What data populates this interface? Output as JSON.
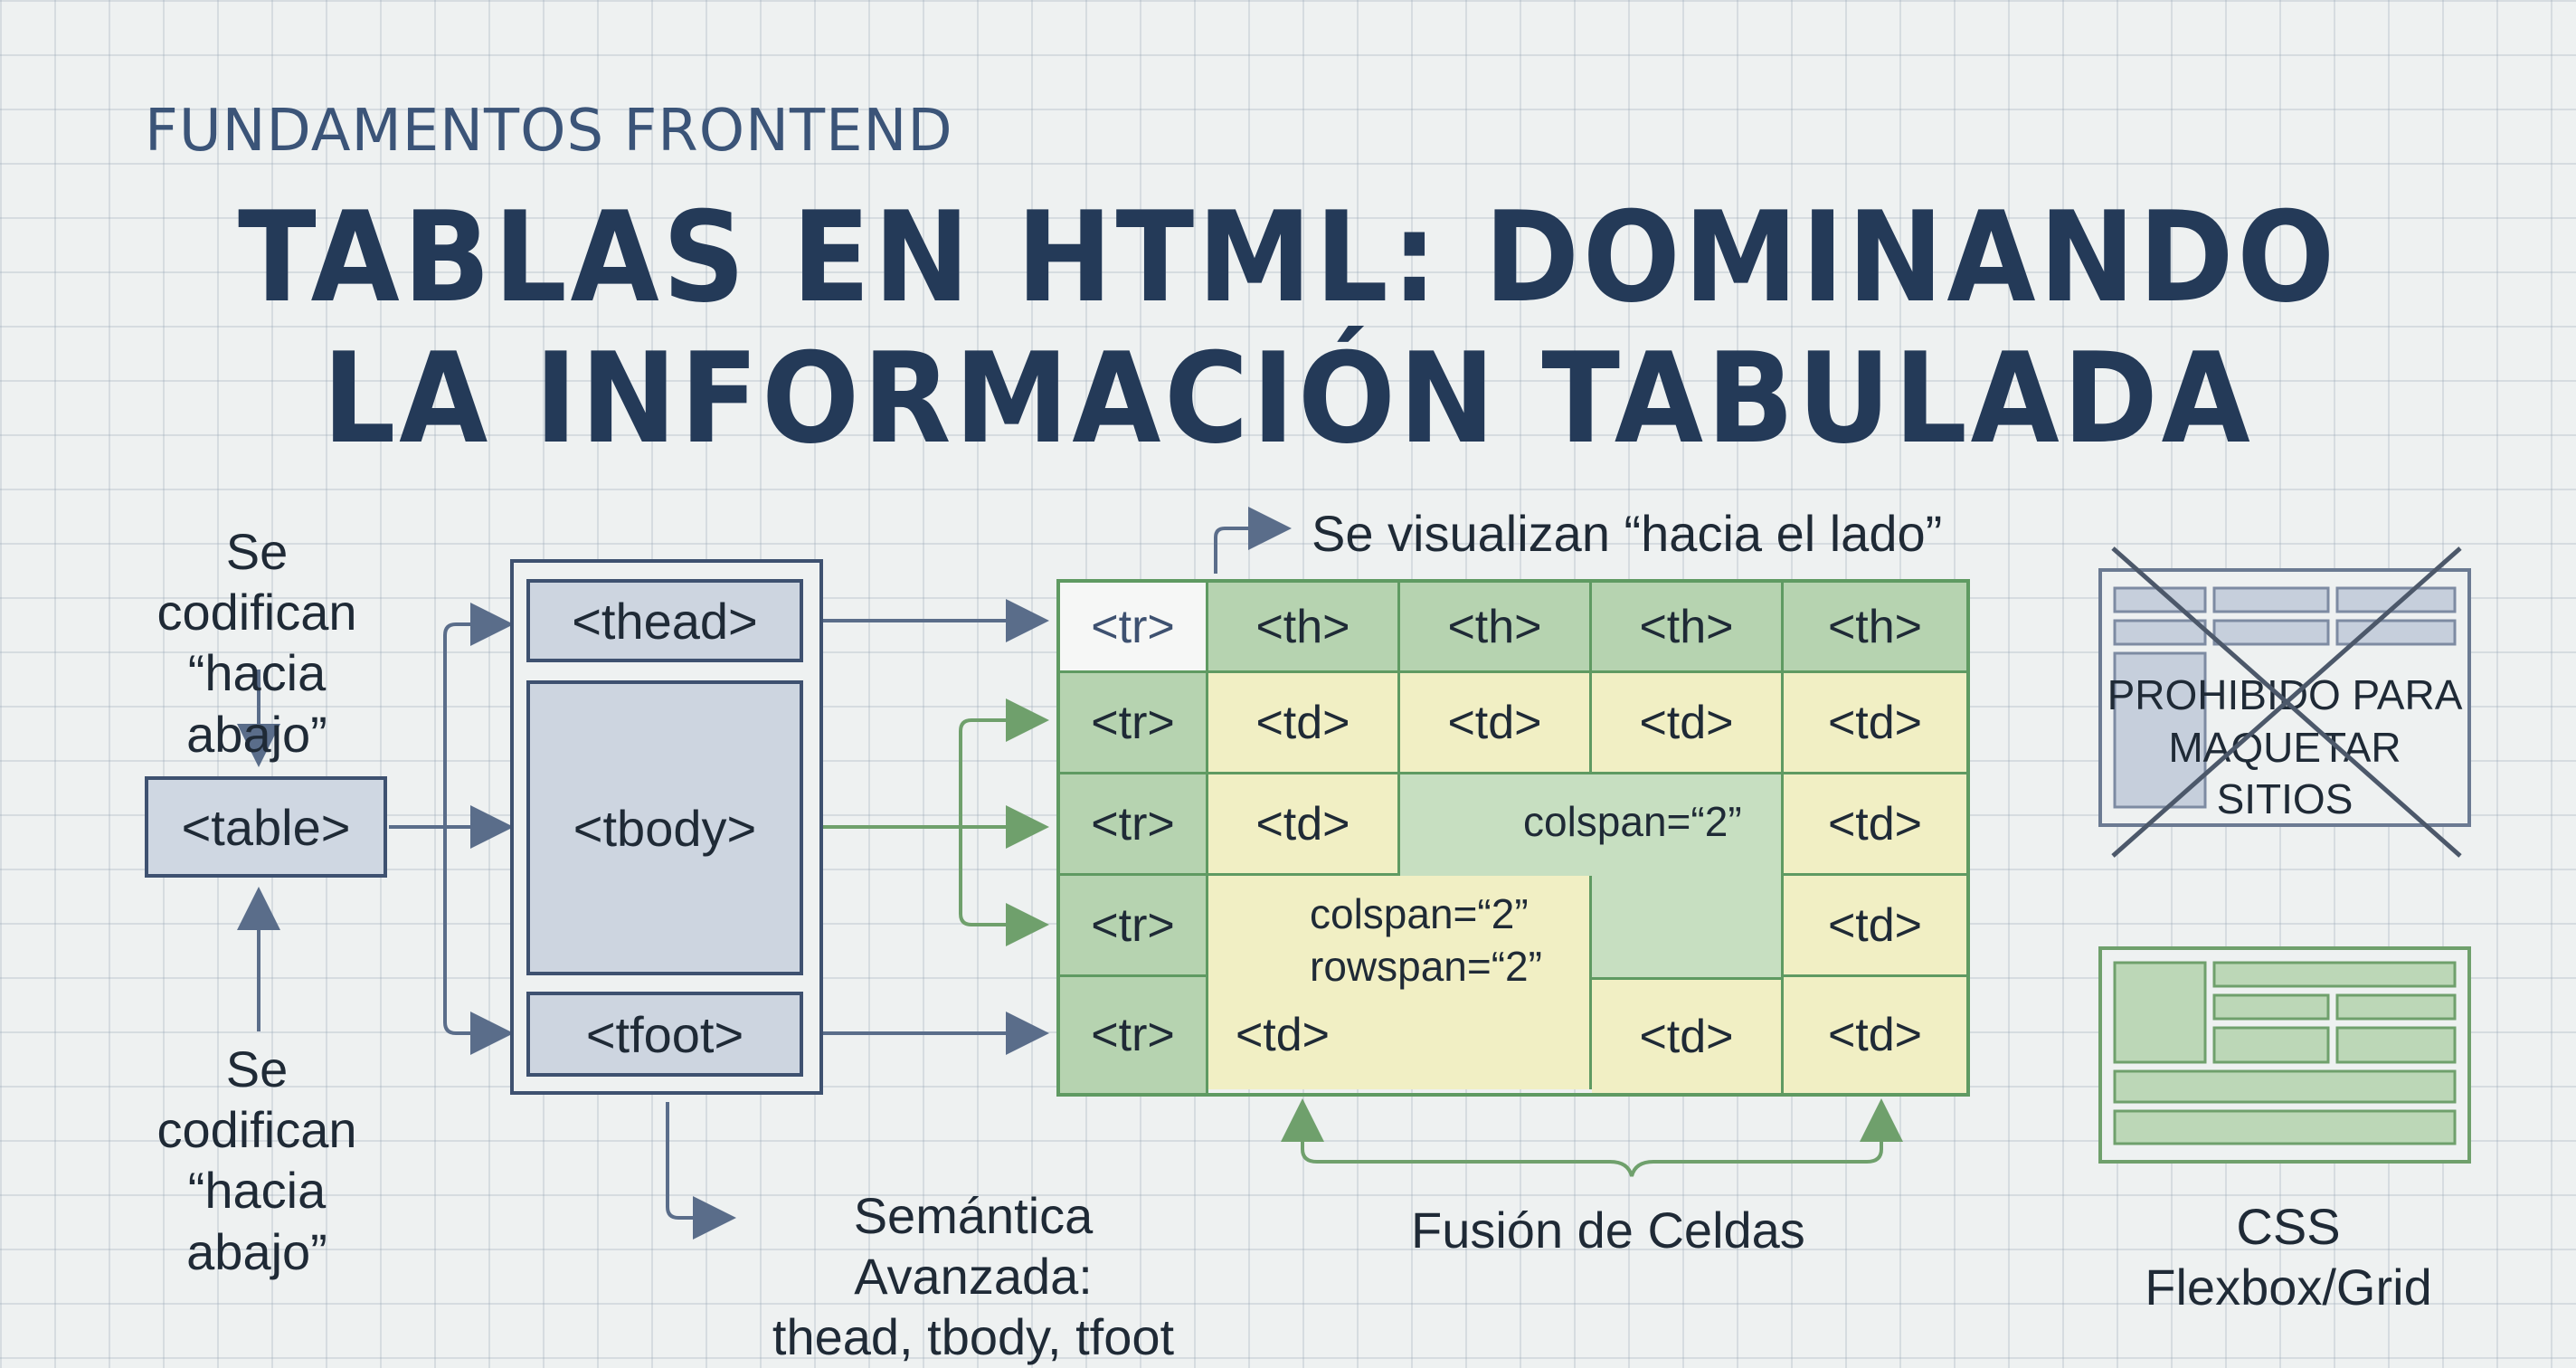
{
  "header": {
    "kicker": "FUNDAMENTOS FRONTEND",
    "title_line1": "TABLAS EN HTML: DOMINANDO",
    "title_line2": "LA INFORMACIÓN TABULADA"
  },
  "structure": {
    "note_top_line1": "Se codifican",
    "note_top_line2": "“hacia abajo”",
    "note_bottom_line1": "Se codifican",
    "note_bottom_line2": "“hacia abajo”",
    "table_label": "<table>",
    "thead_label": "<thead>",
    "tbody_label": "<tbody>",
    "tfoot_label": "<tfoot>",
    "semantic_line1": "Semántica Avanzada:",
    "semantic_line2": "thead, tbody, tfoot"
  },
  "grid": {
    "side_note": "Se visualizan “hacia el lado”",
    "tr": "<tr>",
    "th": "<th>",
    "td": "<td>",
    "colspan_note": "colspan=“2”",
    "merge_line1": "colspan=“2”",
    "merge_line2": "rowspan=“2”",
    "fusion_label": "Fusión de Celdas"
  },
  "layout_examples": {
    "prohibited_line1": "PROHIBIDO PARA",
    "prohibited_line2": "MAQUETAR SITIOS",
    "css_label": "CSS Flexbox/Grid"
  },
  "colors": {
    "ink": "#3e5170",
    "green_cell": "#b6d3b0",
    "yellow_cell": "#f1efc4",
    "green_border": "#5f9a62"
  }
}
